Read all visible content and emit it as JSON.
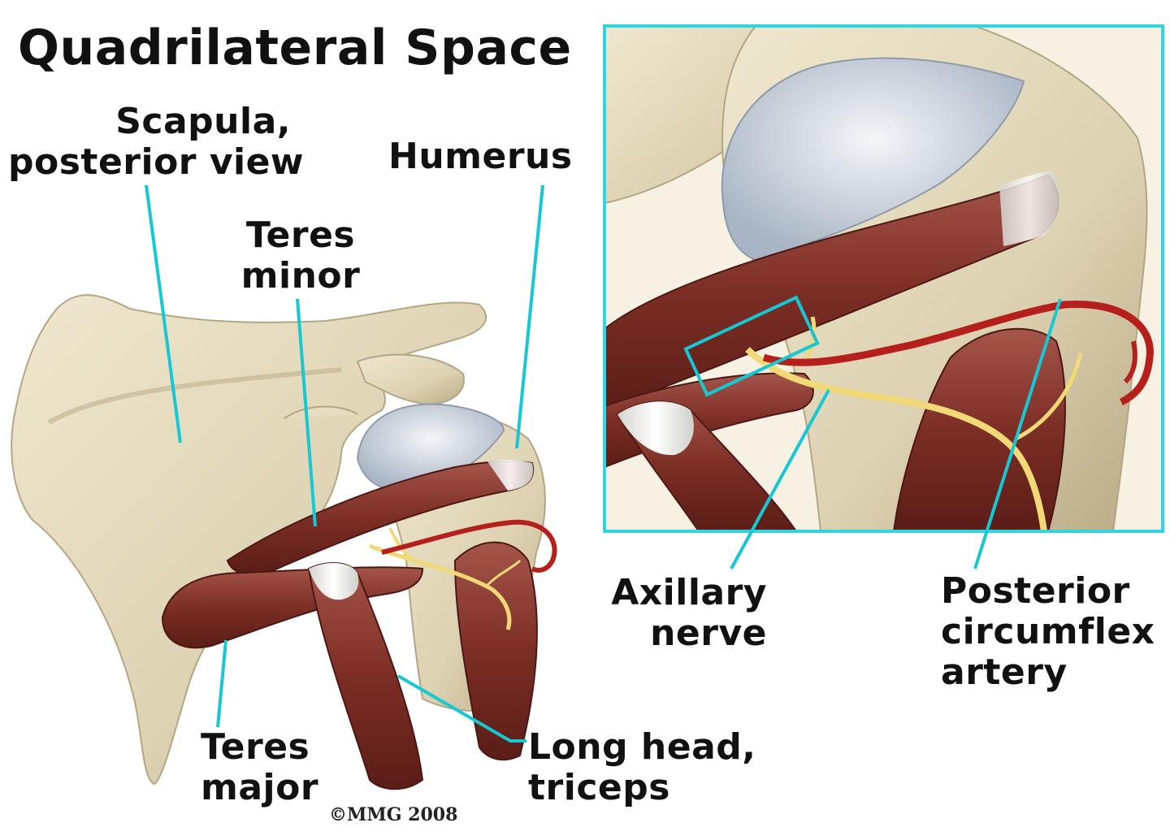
{
  "title": "Quadrilateral Space",
  "labels": {
    "scapula": [
      "Scapula,",
      "posterior view"
    ],
    "humerus": [
      "Humerus"
    ],
    "teres_minor": [
      "Teres",
      "minor"
    ],
    "teres_major": [
      "Teres",
      "major"
    ],
    "long_head_triceps": [
      "Long head,",
      "triceps"
    ],
    "axillary_nerve": [
      "Axillary",
      "nerve"
    ],
    "posterior_circumflex_artery": [
      "Posterior",
      "circumflex",
      "artery"
    ]
  },
  "copyright": "©MMG 2008",
  "colors": {
    "bone": "#e2d8bb",
    "cartilage": "#c9d2dd",
    "muscle": "#8a3a30",
    "tendon": "#e8e8e4",
    "nerve": "#f2d978",
    "artery": "#b5201c",
    "leader_line": "#15c8d4",
    "text": "#111111"
  }
}
